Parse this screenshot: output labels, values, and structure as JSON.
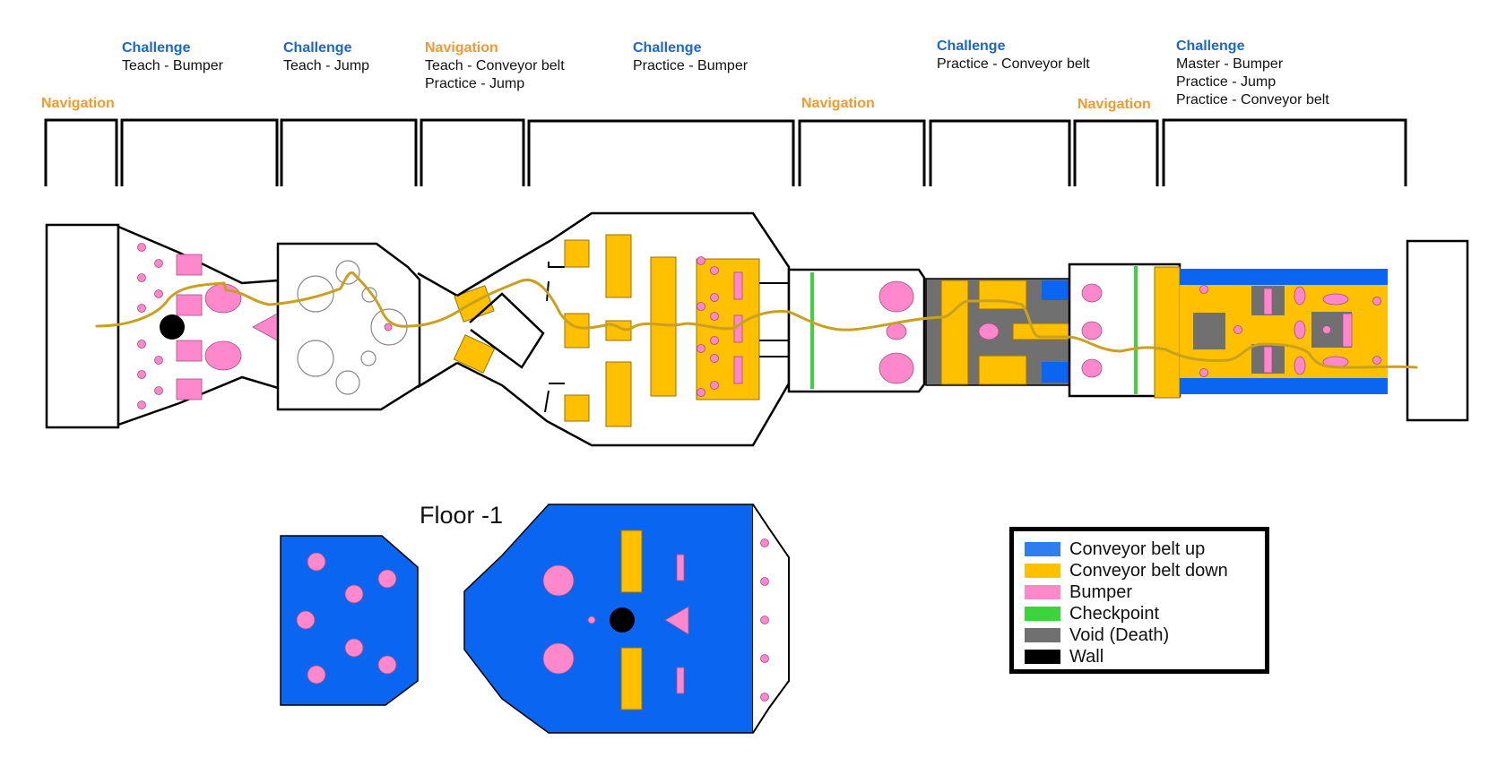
{
  "sections": [
    {
      "type": "Navigation",
      "lines": []
    },
    {
      "type": "Challenge",
      "lines": [
        "Teach - Bumper"
      ]
    },
    {
      "type": "Challenge",
      "lines": [
        "Teach - Jump"
      ]
    },
    {
      "type": "Navigation",
      "lines": [
        "Teach - Conveyor  belt",
        "Practice - Jump"
      ]
    },
    {
      "type": "Challenge",
      "lines": [
        "Practice - Bumper"
      ]
    },
    {
      "type": "Navigation",
      "lines": []
    },
    {
      "type": "Challenge",
      "lines": [
        "Practice - Conveyor belt"
      ]
    },
    {
      "type": "Navigation",
      "lines": []
    },
    {
      "type": "Challenge",
      "lines": [
        "Master - Bumper",
        "Practice - Jump",
        "Practice - Conveyor belt"
      ]
    }
  ],
  "floor_title": "Floor -1",
  "legend": [
    {
      "label": "Conveyor belt up",
      "color": "#2f7df0"
    },
    {
      "label": "Conveyor belt down",
      "color": "#ffc000"
    },
    {
      "label": "Bumper",
      "color": "#ff88c8"
    },
    {
      "label": "Checkpoint",
      "color": "#3cd43c"
    },
    {
      "label": "Void (Death)",
      "color": "#707070"
    },
    {
      "label": "Wall",
      "color": "#000000"
    }
  ],
  "colors": {
    "conveyor_up": "#0a66f0",
    "conveyor_down": "#ffc000",
    "bumper": "#ff88cc",
    "checkpoint": "#3cd43c",
    "void": "#707070",
    "wall": "#000000",
    "path": "#c9a020",
    "challenge_label": "#1a66d6",
    "navigation_label": "#f29a2e"
  }
}
